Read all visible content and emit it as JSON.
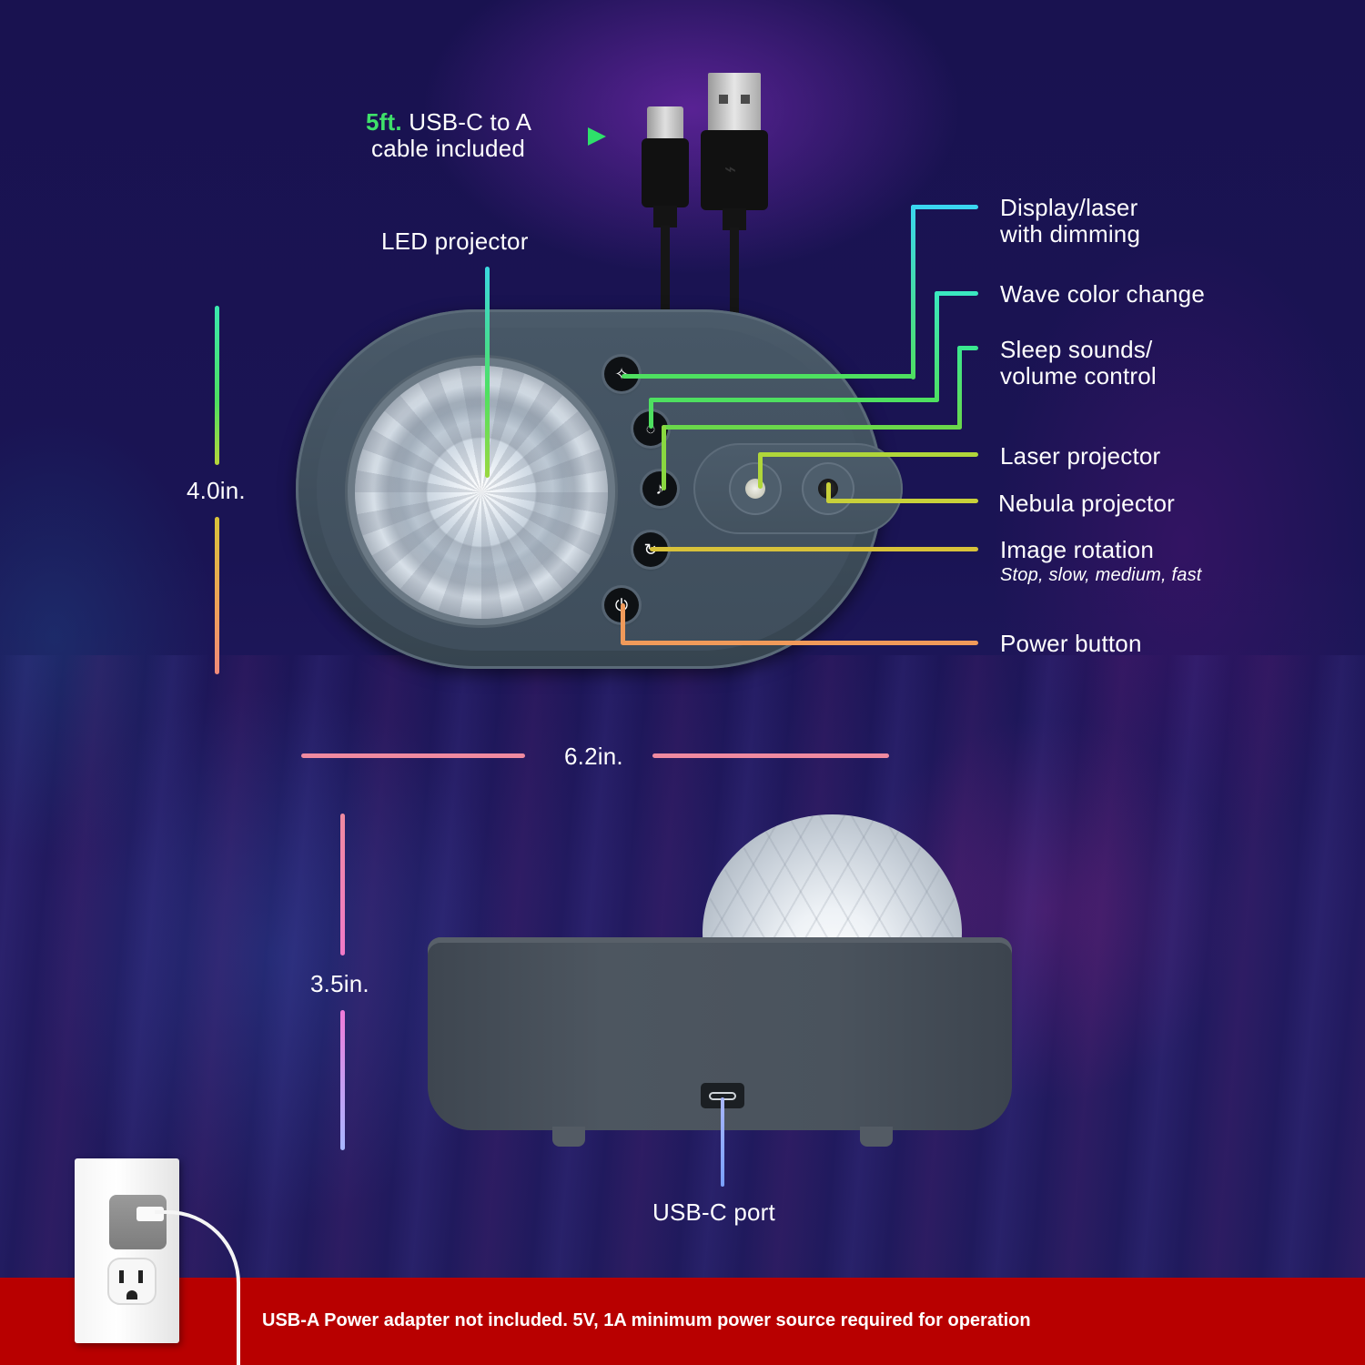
{
  "cable": {
    "highlight": "5ft.",
    "line1_rest": " USB-C to A",
    "line2": "cable included",
    "arrow_icon": "play-arrow-icon"
  },
  "labels": {
    "led_projector": "LED projector",
    "display_laser": {
      "line1": "Display/laser",
      "line2": "with dimming"
    },
    "wave_color": "Wave color change",
    "sleep_sounds": {
      "line1": "Sleep sounds/",
      "line2": "volume control"
    },
    "laser_projector": "Laser projector",
    "nebula_projector": "Nebula projector",
    "image_rotation": {
      "title": "Image rotation",
      "subtitle": "Stop, slow, medium, fast"
    },
    "power_button": "Power button",
    "usb_c_port": "USB-C port"
  },
  "dimensions": {
    "height_top": "4.0in.",
    "width": "6.2in.",
    "height_side": "3.5in."
  },
  "buttons": [
    {
      "name": "display-laser-button",
      "icon": "laser-wand-icon",
      "glyph": "✧"
    },
    {
      "name": "wave-color-button",
      "icon": "light-ring-icon",
      "glyph": "◌"
    },
    {
      "name": "sleep-sounds-button",
      "icon": "music-note-icon",
      "glyph": "♪"
    },
    {
      "name": "image-rotation-button",
      "icon": "rotate-icon",
      "glyph": "↻"
    },
    {
      "name": "power-button",
      "icon": "power-icon",
      "glyph": "⏻"
    }
  ],
  "banner": {
    "text": "USB-A Power adapter not included. 5V, 1A minimum power source required for operation"
  },
  "colors": {
    "background": "#1a1454",
    "banner": "#b80000",
    "accent_green": "#3fe06a",
    "callout_cyan": "#3ad7f0",
    "callout_teal": "#3ae8b0",
    "callout_green": "#4ee060",
    "callout_lime": "#b6d63a",
    "callout_yellow": "#d8c23a",
    "callout_orange": "#f09a5a",
    "dim_pink": "#f08aa0",
    "dim_magenta": "#f07ad8",
    "dim_lavender": "#a8b6ff",
    "device_gray": "#46525e"
  }
}
